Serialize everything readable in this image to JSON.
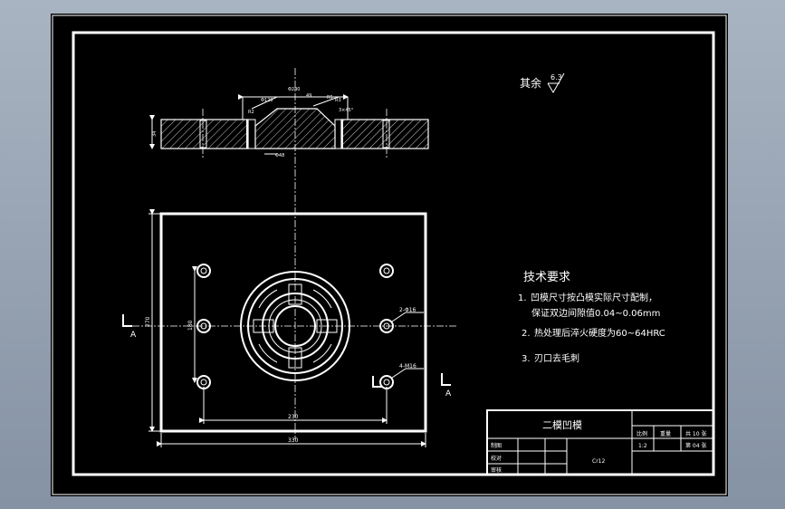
{
  "roughness_note": {
    "label": "其余",
    "value": "6.3"
  },
  "section_view": {
    "labels": [
      "Φ240",
      "49",
      "Φ120",
      "R5",
      "R2",
      "R3",
      "3×45°",
      "34",
      "Φ48"
    ]
  },
  "plan_view": {
    "dimensions": {
      "height_outer": "270",
      "height_holes": "180",
      "width_holes": "230",
      "width_outer": "330"
    },
    "callouts": {
      "small_holes": "2-Φ16",
      "bolt_holes": "4-M16"
    },
    "section_marker": "A"
  },
  "technical_requirements": {
    "title": "技术要求",
    "items": [
      {
        "number": "1.",
        "line1": "凹模尺寸按凸模实际尺寸配制，",
        "line2": "保证双边间隙值0.04~0.06mm"
      },
      {
        "number": "2.",
        "line1": "热处理后淬火硬度为60~64HRC"
      },
      {
        "number": "3.",
        "line1": "刃口去毛刺"
      }
    ]
  },
  "title_block": {
    "name": "二模凹模",
    "ratio_label": "比例",
    "weight_label": "重量",
    "sheet_total_label": "共 10 张",
    "sheet_no_label": "第 04 张",
    "ratio_value": "1:2",
    "drawn_label": "制图",
    "checked_label": "校对",
    "reviewed_label": "审核",
    "material": "Cr12"
  }
}
